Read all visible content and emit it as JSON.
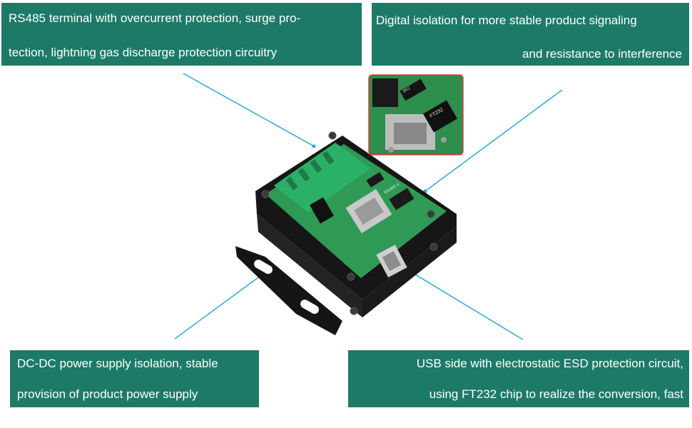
{
  "callouts": {
    "rs485": {
      "line1": "RS485 terminal with overcurrent protection, surge pro-",
      "line2": "tection, lightning gas discharge protection circuitry"
    },
    "isolation": {
      "line1": "Digital isolation for more stable product signaling",
      "line2": "and resistance to interference"
    },
    "power": {
      "line1": "DC-DC power supply isolation, stable",
      "line2": "provision of product power supply"
    },
    "usb": {
      "line1": "USB side with electrostatic ESD protection circuit,",
      "line2": "using FT232 chip to realize the conversion, fast"
    }
  },
  "inset": {
    "chip_label": "FT232",
    "ic_label": "8R2"
  },
  "board": {
    "silkscreen": "RS485 V"
  },
  "colors": {
    "callout_bg": "#1d7a68",
    "leader_line": "#29a9d9",
    "pcb": "#2f9a55",
    "enclosure": "#1b1b1c",
    "inset_border": "#e03a3a"
  }
}
